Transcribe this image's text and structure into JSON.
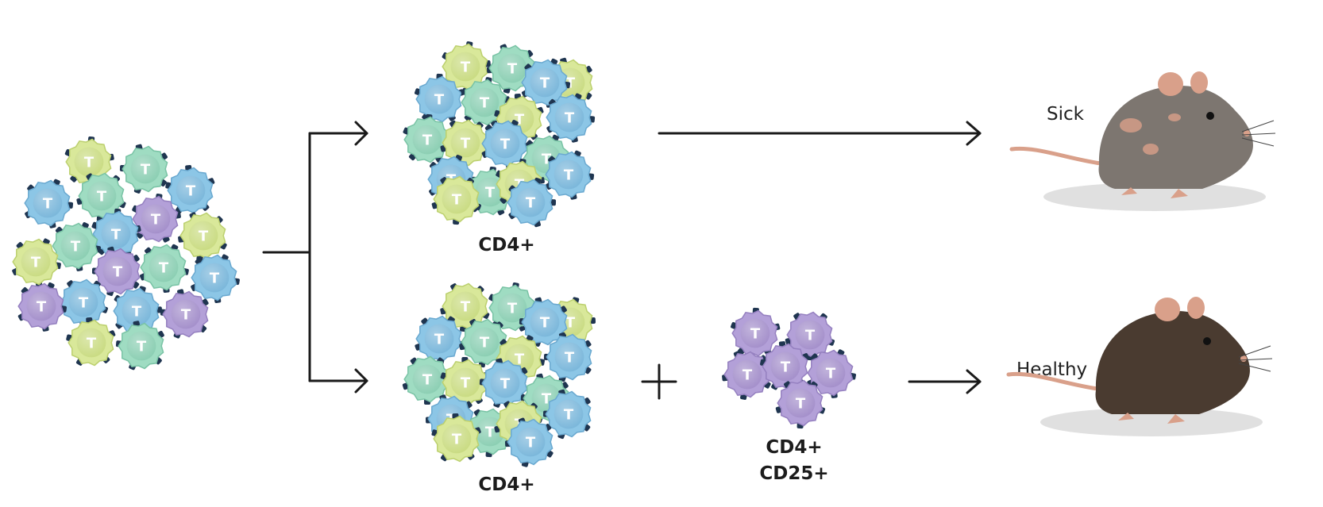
{
  "cell_letter": "T",
  "labels": {
    "top_group": "CD4+",
    "bottom_group": "CD4+",
    "treg_line1": "CD4+",
    "treg_line2": "CD25+",
    "outcome_top": "Sick",
    "outcome_bottom": "Healthy"
  },
  "colors": {
    "blue": "#8cc6e6",
    "green": "#9fdcc2",
    "yellow": "#d9e89a",
    "purple": "#b3a0d8",
    "receptor": "#1f3550",
    "mouse_sick": "#7d7670",
    "mouse_healthy": "#4a3b30",
    "mouse_pink": "#d9a08a"
  },
  "icons": {
    "cell": "t-cell-icon",
    "mouse": "mouse-icon",
    "plus": "plus-icon",
    "arrow": "arrow-icon"
  }
}
